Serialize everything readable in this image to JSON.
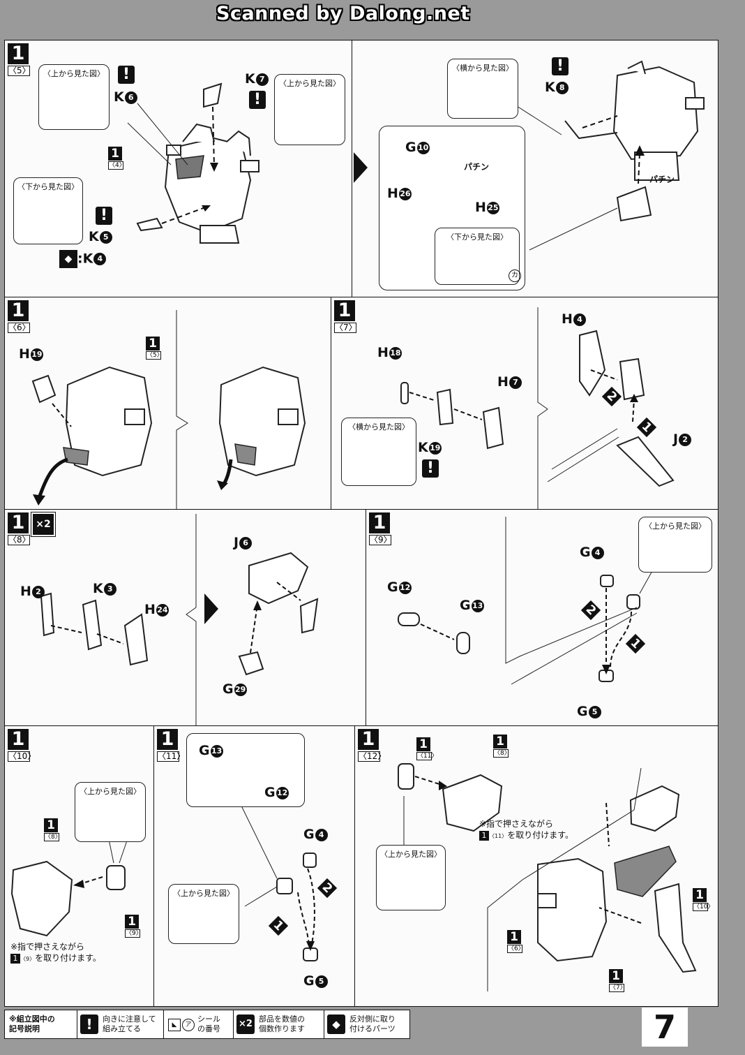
{
  "watermark": "Scanned by Dalong.net",
  "page_number": "7",
  "views": {
    "top": "〈上から見た図〉",
    "bottom": "〈下から見た図〉",
    "side": "〈横から見た図〉"
  },
  "sound": "パチン",
  "panels": {
    "p5": {
      "step": "1",
      "sub": "〈5〉",
      "labels": {
        "k6": "K",
        "k7": "K",
        "k5": "K",
        "k4": ":K"
      },
      "nums": {
        "k6": "6",
        "k7": "7",
        "k5": "5",
        "k4": "4"
      },
      "ref_step": "1",
      "ref_sub": "〈4〉"
    },
    "p5b": {
      "labels": {
        "k8": "K",
        "g10": "G",
        "h26": "H",
        "h25": "H"
      },
      "nums": {
        "k8": "8",
        "g10": "10",
        "h26": "26",
        "h25": "25"
      },
      "seal": "カ"
    },
    "p6": {
      "step": "1",
      "sub": "〈6〉",
      "labels": {
        "h19": "H"
      },
      "nums": {
        "h19": "19"
      },
      "ref_step": "1",
      "ref_sub": "〈5〉"
    },
    "p7": {
      "step": "1",
      "sub": "〈7〉",
      "labels": {
        "h18": "H",
        "h7": "H",
        "k19": "K",
        "h4": "H",
        "j2": "J"
      },
      "nums": {
        "h18": "18",
        "h7": "7",
        "k19": "19",
        "h4": "4",
        "j2": "2"
      },
      "order1": "1",
      "order2": "2"
    },
    "p8": {
      "step": "1",
      "sub": "〈8〉",
      "multiplier": "×2",
      "labels": {
        "h2": "H",
        "k3": "K",
        "h24": "H",
        "j6": "J",
        "g29": "G"
      },
      "nums": {
        "h2": "2",
        "k3": "3",
        "h24": "24",
        "j6": "6",
        "g29": "29"
      }
    },
    "p9": {
      "step": "1",
      "sub": "〈9〉",
      "labels": {
        "g4": "G",
        "g12": "G",
        "g13": "G",
        "g5": "G"
      },
      "nums": {
        "g4": "4",
        "g12": "12",
        "g13": "13",
        "g5": "5"
      },
      "order1": "1",
      "order2": "2"
    },
    "p10": {
      "step": "1",
      "sub": "〈10〉",
      "ref_a_step": "1",
      "ref_a_sub": "〈8〉",
      "ref_b_step": "1",
      "ref_b_sub": "〈9〉",
      "note_line1": "※指で押さえながら",
      "note_ref": "1",
      "note_ref_sub": "〈9〉",
      "note_line2": "を取り付けます。"
    },
    "p11": {
      "step": "1",
      "sub": "〈11〉",
      "labels": {
        "g13": "G",
        "g12": "G",
        "g4": "G",
        "g5": "G"
      },
      "nums": {
        "g13": "13",
        "g12": "12",
        "g4": "4",
        "g5": "5"
      },
      "order1": "1",
      "order2": "2"
    },
    "p12": {
      "step": "1",
      "sub": "〈12〉",
      "ref_11_step": "1",
      "ref_11_sub": "〈11〉",
      "ref_8_step": "1",
      "ref_8_sub": "〈8〉",
      "ref_10_step": "1",
      "ref_10_sub": "〈10〉",
      "ref_6_step": "1",
      "ref_6_sub": "〈6〉",
      "ref_7_step": "1",
      "ref_7_sub": "〈7〉",
      "note_line1": "※指で押さえながら",
      "note_ref": "1",
      "note_ref_sub": "〈11〉",
      "note_line2": "を取り付けます。"
    }
  },
  "legend": {
    "title_line1": "※組立図中の",
    "title_line2": "記号説明",
    "caution_line1": "向きに注意して",
    "caution_line2": "組み立てる",
    "seal_mark": "ア",
    "seal_line1": "シール",
    "seal_line2": "の番号",
    "multi_icon": "×2",
    "multi_line1": "部品を数値の",
    "multi_line2": "個数作ります",
    "mirror_line1": "反対側に取り",
    "mirror_line2": "付けるパーツ"
  },
  "icons": {
    "caution": "caution-icon",
    "mirror": "mirror-icon",
    "next": "next-arrow-icon"
  }
}
